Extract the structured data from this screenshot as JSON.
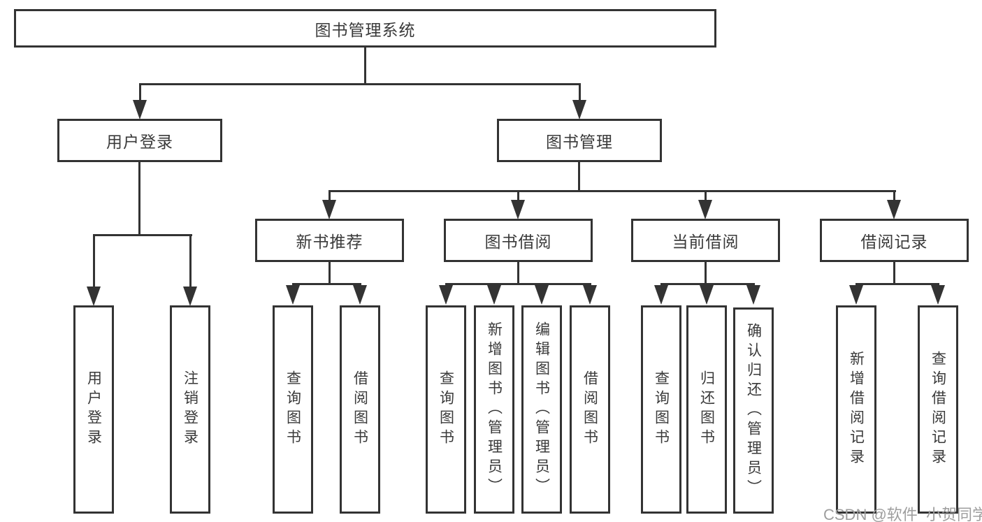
{
  "diagram": {
    "root": {
      "label": "图书管理系统"
    },
    "branches": [
      {
        "label": "用户登录",
        "children": [
          {
            "label": "用户登录"
          },
          {
            "label": "注销登录"
          }
        ]
      },
      {
        "label": "图书管理",
        "groups": [
          {
            "label": "新书推荐",
            "children": [
              {
                "label": "查询图书"
              },
              {
                "label": "借阅图书"
              }
            ]
          },
          {
            "label": "图书借阅",
            "children": [
              {
                "label": "查询图书"
              },
              {
                "label": "新增图书（管理员）"
              },
              {
                "label": "编辑图书（管理员）"
              },
              {
                "label": "借阅图书"
              }
            ]
          },
          {
            "label": "当前借阅",
            "children": [
              {
                "label": "查询图书"
              },
              {
                "label": "归还图书"
              },
              {
                "label": "确认归还（管理员）"
              }
            ]
          },
          {
            "label": "借阅记录",
            "children": [
              {
                "label": "新增借阅记录"
              },
              {
                "label": "查询借阅记录"
              }
            ]
          }
        ]
      }
    ],
    "watermark": "CSDN @软件_小贺同学",
    "colors": {
      "line": "#333333",
      "text": "#3a3a3a",
      "watermark": "#9e9e9e",
      "background": "#ffffff"
    }
  }
}
